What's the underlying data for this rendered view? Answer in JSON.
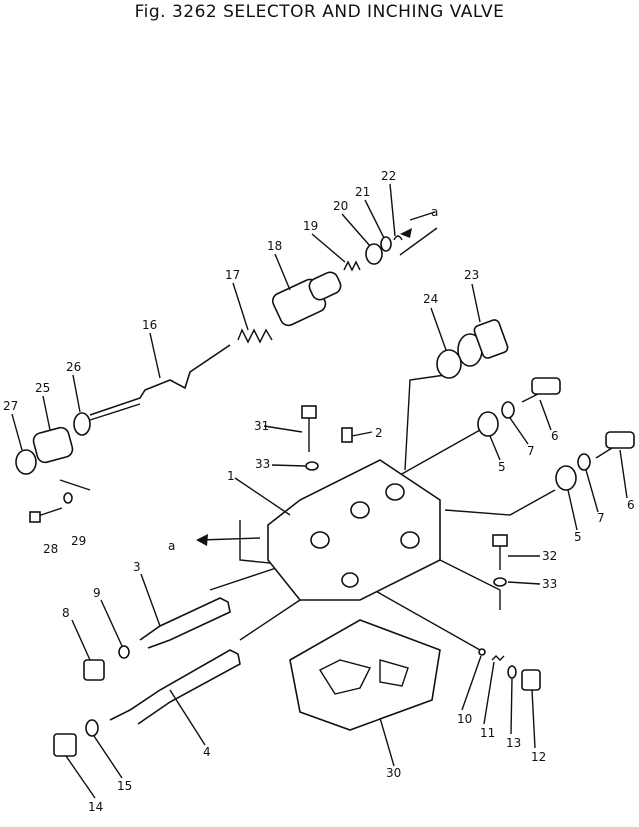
{
  "title": "Fig. 3262 SELECTOR AND INCHING VALVE",
  "section_marker": "a",
  "callouts": [
    "1",
    "2",
    "3",
    "4",
    "5",
    "5",
    "6",
    "6",
    "7",
    "7",
    "8",
    "9",
    "10",
    "11",
    "12",
    "13",
    "14",
    "15",
    "16",
    "17",
    "18",
    "19",
    "20",
    "21",
    "22",
    "23",
    "24",
    "25",
    "26",
    "27",
    "28",
    "29",
    "30",
    "31",
    "32",
    "33",
    "33"
  ]
}
